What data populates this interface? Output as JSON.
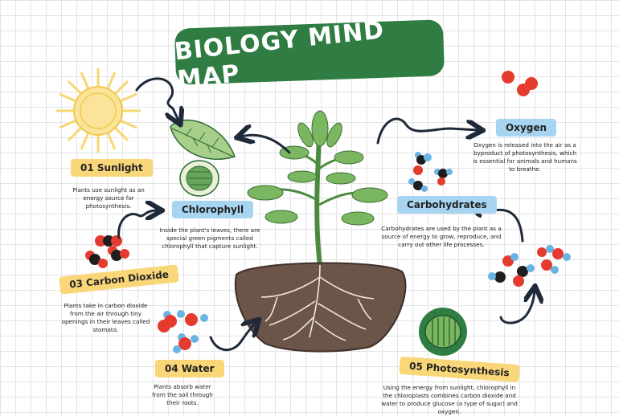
{
  "title": "BIOLOGY MIND MAP",
  "nodes": {
    "sunlight": {
      "label": "01 Sunlight",
      "desc": "Plants use sunlight as an energy source for photosynthesis."
    },
    "chlorophyll": {
      "label": "Chlorophyll",
      "desc": "Inside the plant's leaves, there are special green pigments called chlorophyll that capture sunlight."
    },
    "carbon_dioxide": {
      "label": "03 Carbon Dioxide",
      "desc": "Plants take in carbon dioxide from the air through tiny openings in their leaves called stomata."
    },
    "water": {
      "label": "04 Water",
      "desc": "Plants absorb water from the soil through their roots."
    },
    "photosynthesis": {
      "label": "05 Photosynthesis",
      "desc": "Using the energy from sunlight, chlorophyll in the chloroplasts combines carbon dioxide and water to produce glucose (a type of sugar) and oxygen."
    },
    "carbohydrates": {
      "label": "Carbohydrates",
      "desc": "Carbohydrates are used by the plant as a source of energy to grow, reproduce, and carry out other life processes."
    },
    "oxygen": {
      "label": "Oxygen",
      "desc": "Oxygen is released into the air as a byproduct of photosynthesis, which is essential for animals and humans to breathe."
    }
  },
  "colors": {
    "banner_green": "#2f7d43",
    "label_yellow": "#f9d779",
    "label_blue": "#a7d5f1",
    "leaf_green": "#7bb661",
    "soil_brown": "#6b5448",
    "atom_red": "#e53b2f",
    "atom_black": "#1e1e1e",
    "atom_blue": "#6ab4e3",
    "sun_yellow": "#f6d770"
  }
}
